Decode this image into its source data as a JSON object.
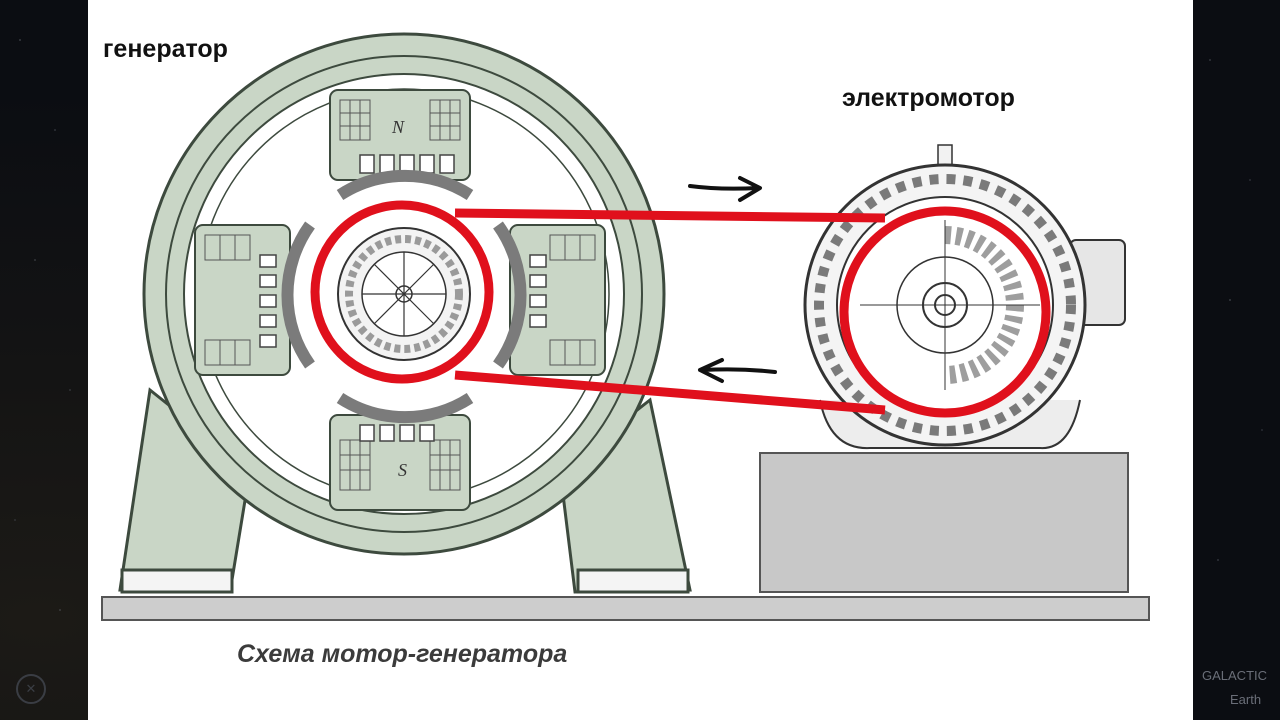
{
  "labels": {
    "generator": "генератор",
    "motor": "электромотор",
    "caption": "Схема мотор-генератора"
  },
  "watermark": {
    "brand": "GALACTIC",
    "sub": "Earth",
    "logo_icon": "galactic-earth-logo-icon"
  },
  "pole_labels": {
    "north": "N",
    "south": "S"
  },
  "colors": {
    "belt": "#e0101c",
    "generator_fill": "#c9d6c6",
    "generator_stroke": "#3d4a3e",
    "base": "#c8c8c8",
    "background": "#0b0d12"
  }
}
